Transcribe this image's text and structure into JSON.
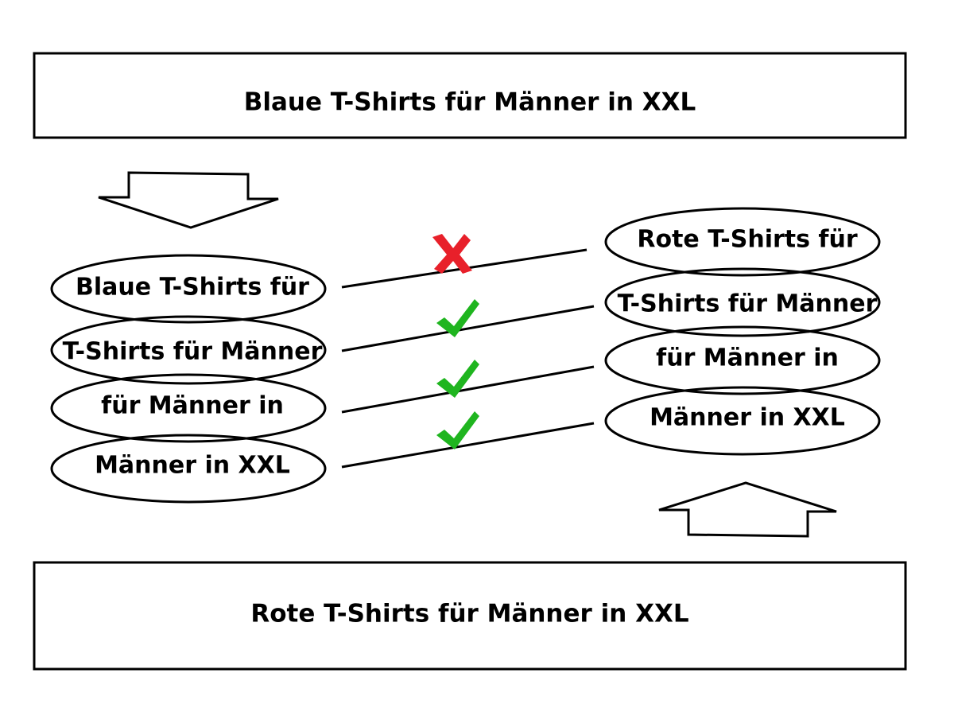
{
  "top_phrase": "Blaue T-Shirts für Männer in XXL",
  "bottom_phrase": "Rote T-Shirts für Männer in XXL",
  "left_shingles": [
    "Blaue T-Shirts für",
    "T-Shirts für Männer",
    "für Männer in",
    "Männer in XXL"
  ],
  "right_shingles": [
    "Rote T-Shirts für",
    "T-Shirts für Männer",
    "für Männer in",
    "Männer in XXL"
  ],
  "comparisons": [
    {
      "result": "mismatch",
      "icon": "cross-icon"
    },
    {
      "result": "match",
      "icon": "check-icon"
    },
    {
      "result": "match",
      "icon": "check-icon"
    },
    {
      "result": "match",
      "icon": "check-icon"
    }
  ],
  "colors": {
    "mismatch": "#e8202a",
    "match": "#1fb51f",
    "stroke": "#000000"
  }
}
